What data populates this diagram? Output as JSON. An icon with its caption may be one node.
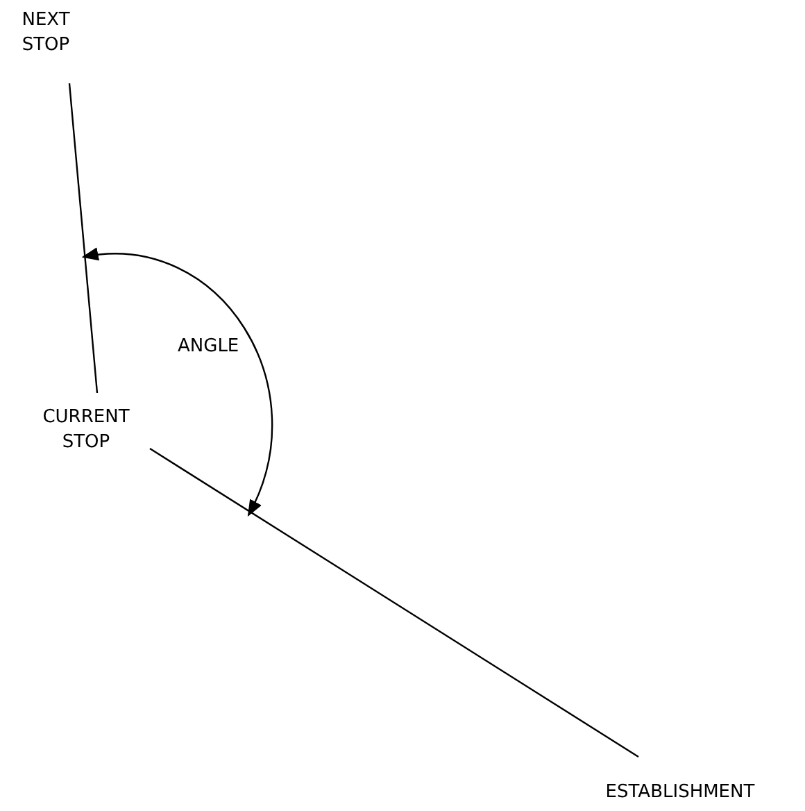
{
  "diagram": {
    "nodes": [
      {
        "text": [
          "NEXT STOP"
        ]
      },
      {
        "text": [
          "CURRENT STOP"
        ]
      },
      {
        "text": [
          "ESTABLISHMENT"
        ]
      }
    ],
    "edges": [
      {
        "from": 1,
        "to": 0,
        "arrow": "none"
      },
      {
        "from": 1,
        "to": 2,
        "arrow": "none"
      }
    ],
    "labels": [
      "ANGLE"
    ]
  }
}
